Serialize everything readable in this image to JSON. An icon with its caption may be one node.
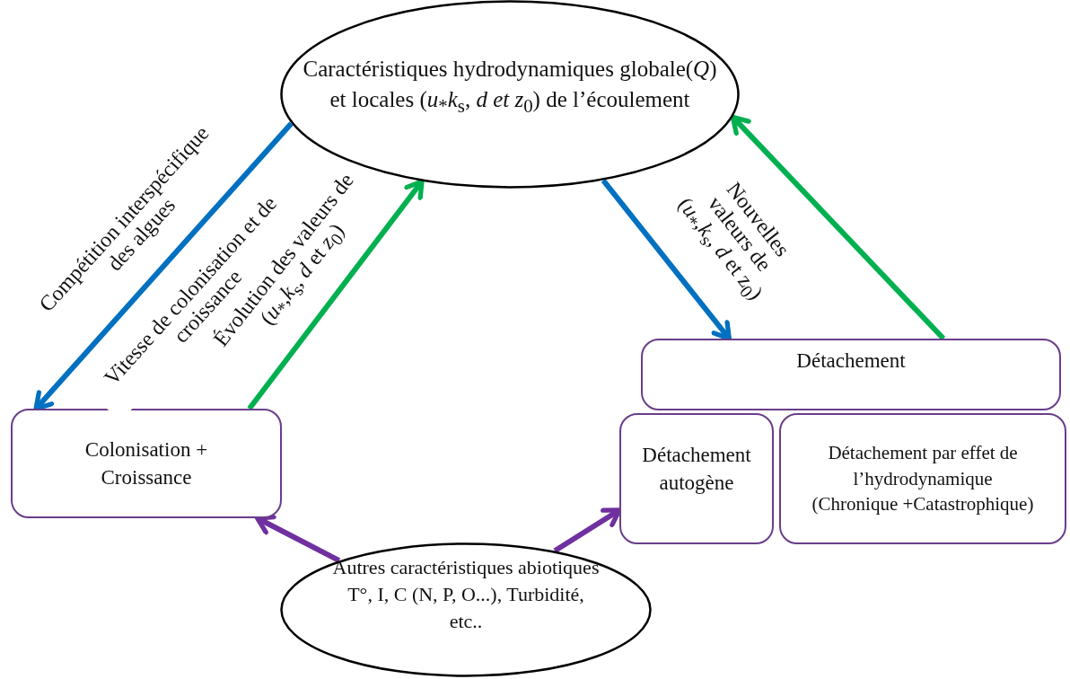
{
  "diagram": {
    "nodes": [
      {
        "text": [
          "Caractéristiques hydrodynamiques globale(*Q*) et locales (*u*$_{*}$*k*$_{s}$, *d et z*$_{0}$) de l’écoulement"
        ]
      },
      {
        "text": [
          "Colonisation + Croissance"
        ]
      },
      {
        "text": [
          "Détachement"
        ]
      },
      {
        "text": [
          "Détachement autogène"
        ]
      },
      {
        "text": [
          "Détachement par effet de l’hydrodynamique (Chronique +Catastrophique)"
        ]
      },
      {
        "text": [
          "Autres caractéristiques abiotiques T°, I, C (N, P, O...), Turbidité, etc.."
        ]
      }
    ],
    "edges": [
      {
        "from": 0,
        "to": 1,
        "arrow": "to",
        "color": "#0070c0",
        "label": "Compétition interspécifique des algues"
      },
      {
        "from": 1,
        "to": 0,
        "arrow": "to",
        "color": "#00b050",
        "label": "Évolution des valeurs de (*u*$_{*}$,*k*$_{s}$, *d* et *z*$_{0}$)"
      },
      {
        "from": 0,
        "to": 2,
        "arrow": "to",
        "color": "#0070c0"
      },
      {
        "from": 2,
        "to": 0,
        "arrow": "to",
        "color": "#00b050",
        "label": "Nouvelles valeurs de (*u*$_{*}$,*k*$_{s}$, *d* et z$_{0}$)"
      },
      {
        "from": 5,
        "to": 1,
        "arrow": "to",
        "color": "#7030a0"
      },
      {
        "from": 5,
        "to": 3,
        "arrow": "to",
        "color": "#7030a0"
      }
    ],
    "labels": [
      "Vitesse de colonisation et de croissance"
    ]
  }
}
